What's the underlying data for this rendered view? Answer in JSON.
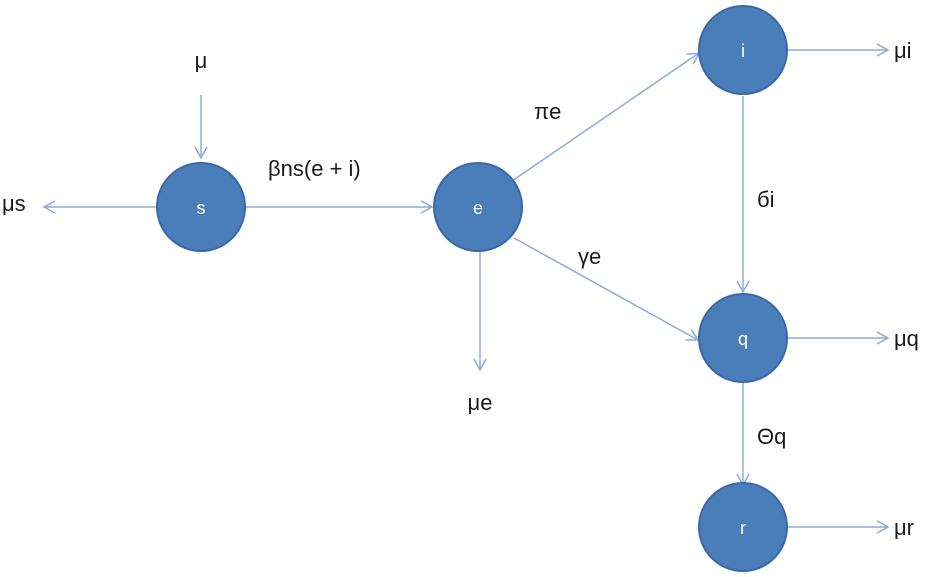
{
  "nodes": {
    "s": "s",
    "e": "e",
    "i": "i",
    "q": "q",
    "r": "r"
  },
  "labels": {
    "mu_in": "μ",
    "mu_s": "μs",
    "beta_ns": "βns(e + i)",
    "pi_e": "πe",
    "gamma_e": "γe",
    "mu_e": "μe",
    "mu_i": "μi",
    "sigma_i": "бi",
    "mu_q": "μq",
    "theta_q": "Θq",
    "mu_r": "μr"
  },
  "colors": {
    "node_fill": "#4a7ebb",
    "edge": "#8eaadb"
  }
}
